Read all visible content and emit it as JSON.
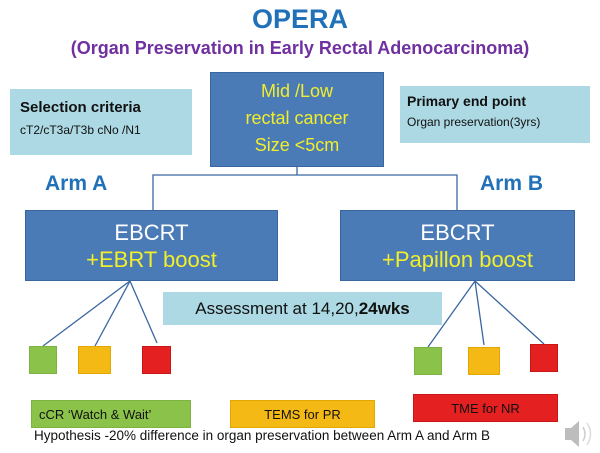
{
  "title": "OPERA",
  "subtitle": "(Organ Preservation in Early Rectal Adenocarcinoma)",
  "selection": {
    "heading": "Selection criteria",
    "text": "cT2/cT3a/T3b  cNo /N1"
  },
  "primary": {
    "heading": "Primary end point",
    "text": "Organ preservation(3yrs)"
  },
  "center": {
    "lines": [
      "Mid /Low",
      "rectal cancer",
      "Size <5cm"
    ]
  },
  "arm_a": {
    "label": "Arm A",
    "line1": "EBCRT",
    "line2": "+EBRT boost"
  },
  "arm_b": {
    "label": "Arm B",
    "line1": "EBCRT",
    "line2": "+Papillon boost"
  },
  "assessment": {
    "prefix": "Assessment at 14,20,",
    "bold": "24wks"
  },
  "outcomes": {
    "green": "cCR ‘Watch & Wait’",
    "orange": "TEMS for PR",
    "red": "TME for NR"
  },
  "hypothesis": "Hypothesis -20% difference in organ preservation between Arm A and Arm B",
  "colors": {
    "blue": "#4a7bb7",
    "light_blue": "#acd9e3",
    "green": "#8bc34a",
    "orange": "#f5b915",
    "red": "#e52020"
  }
}
